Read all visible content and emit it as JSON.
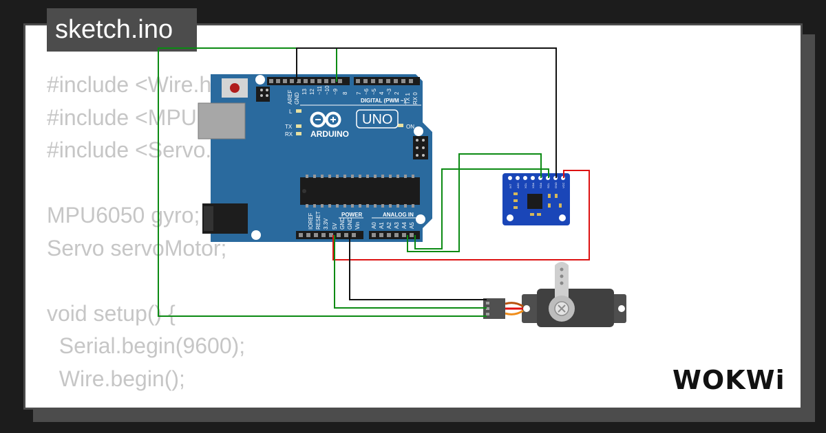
{
  "tab": {
    "filename": "sketch.ino"
  },
  "code_lines": [
    "#include <Wire.h>",
    "#include <MPU6050.h>",
    "#include <Servo.h>",
    "",
    "MPU6050 gyro;",
    "Servo servoMotor;",
    "",
    "void setup() {",
    "  Serial.begin(9600);",
    "  Wire.begin();"
  ],
  "arduino": {
    "brand": "ARDUINO",
    "model": "UNO",
    "digital_header": "DIGITAL (PWM ~)",
    "power_header": "POWER",
    "analog_header": "ANALOG IN",
    "led_labels": [
      "L",
      "TX",
      "RX"
    ],
    "on_label": "ON",
    "digital_pins": [
      "AREF",
      "GND",
      "13",
      "12",
      "~11",
      "~10",
      "~9",
      "8",
      "7",
      "~6",
      "~5",
      "4",
      "~3",
      "2",
      "TX 1",
      "RX 0"
    ],
    "power_pins": [
      "IOREF",
      "RESET",
      "3.3V",
      "5V",
      "GND",
      "GND",
      "Vin"
    ],
    "analog_pins": [
      "A0",
      "A1",
      "A2",
      "A3",
      "A4",
      "A5"
    ]
  },
  "mpu": {
    "pins": [
      "INT",
      "AD0",
      "XCL",
      "XDA",
      "SDA",
      "SCL",
      "GND",
      "VCC"
    ]
  },
  "logo": {
    "text": "WOKWi"
  },
  "colors": {
    "wire_green": "#0a8a12",
    "wire_black": "#111111",
    "wire_red": "#dd1111",
    "board_blue": "#2a6a9e",
    "module_blue": "#1a46b8"
  }
}
